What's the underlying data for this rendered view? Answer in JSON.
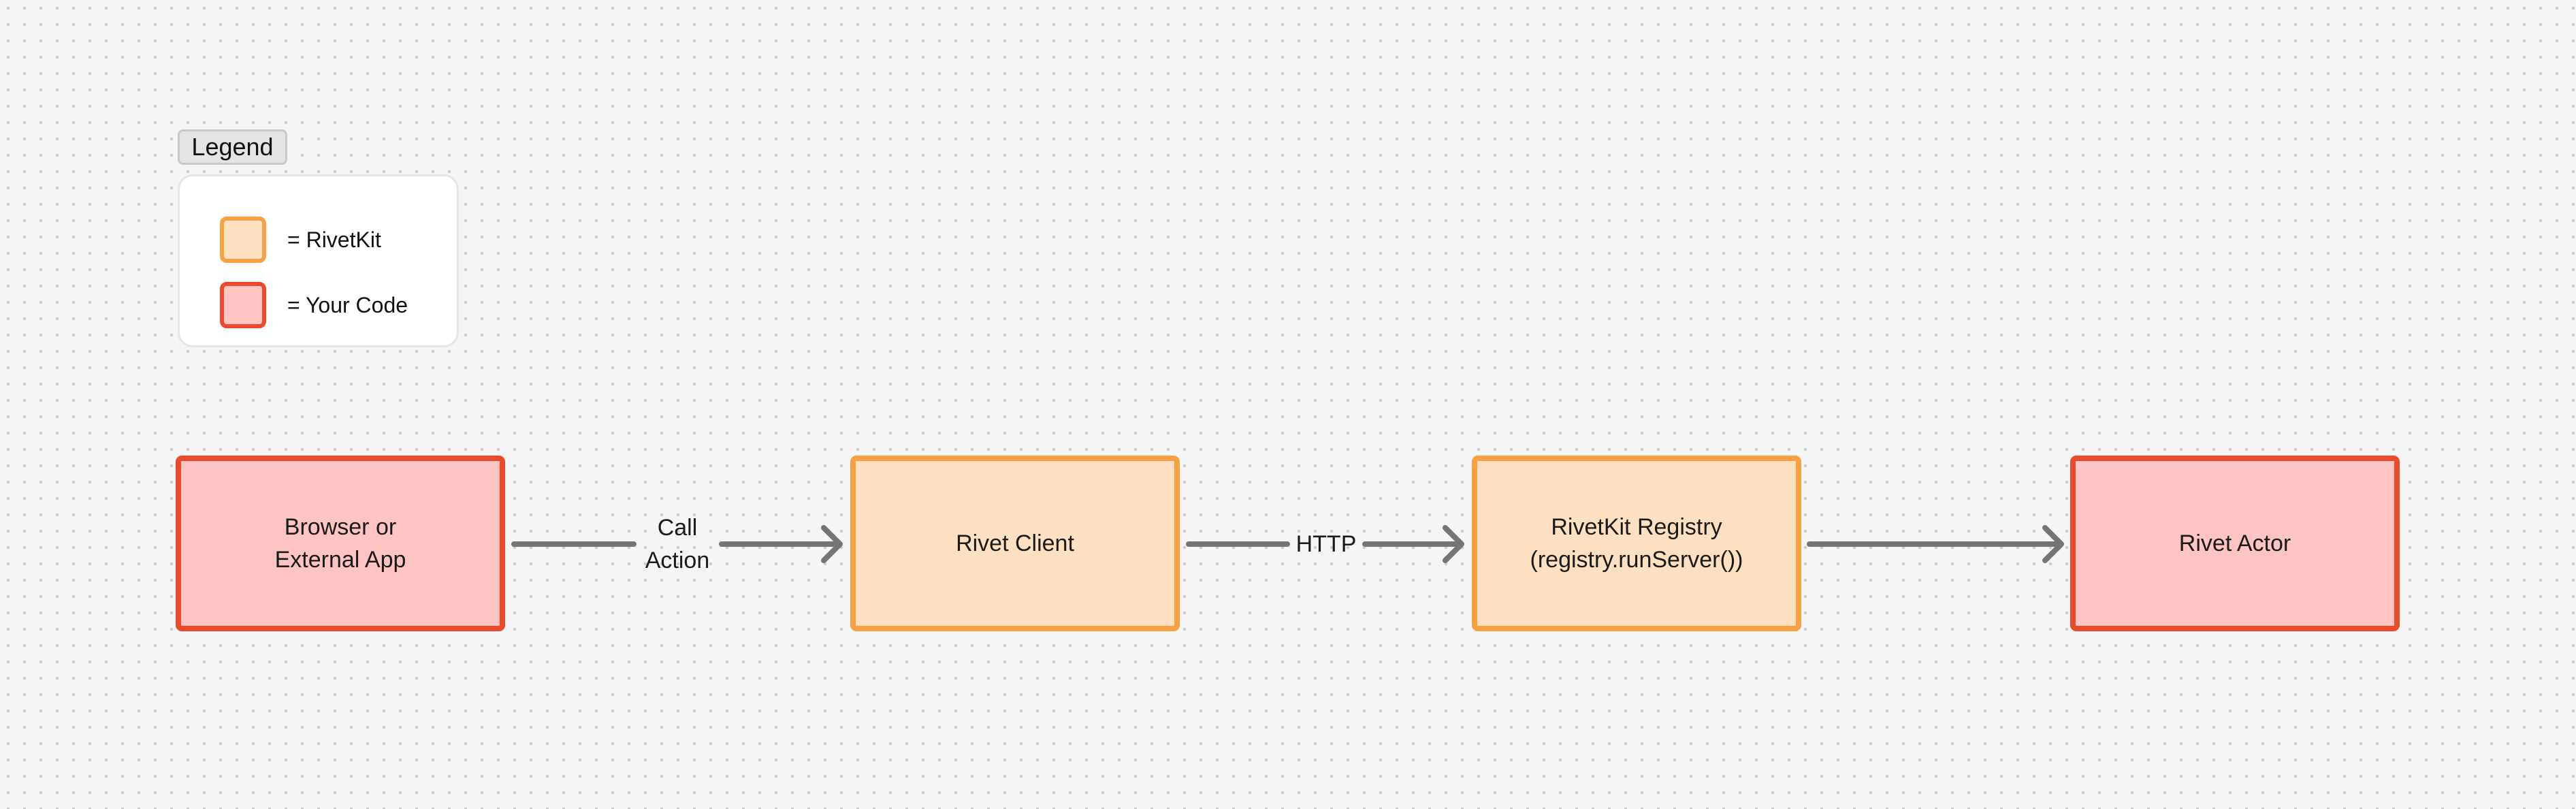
{
  "colors": {
    "rivetkit_fill": "#fde0c2",
    "rivetkit_border": "#f9a043",
    "your_code_fill": "#fdc4c3",
    "your_code_border": "#ec4a2c",
    "edge": "#757575"
  },
  "legend": {
    "title": "Legend",
    "items": [
      {
        "label": "= RivetKit",
        "kind": "rivetkit"
      },
      {
        "label": "= Your Code",
        "kind": "your_code"
      }
    ]
  },
  "nodes": [
    {
      "id": "browser",
      "kind": "your_code",
      "lines": [
        "Browser or",
        "External App"
      ]
    },
    {
      "id": "client",
      "kind": "rivetkit",
      "lines": [
        "Rivet Client"
      ]
    },
    {
      "id": "registry",
      "kind": "rivetkit",
      "lines": [
        "RivetKit Registry",
        "(registry.runServer())"
      ]
    },
    {
      "id": "actor",
      "kind": "your_code",
      "lines": [
        "Rivet Actor"
      ]
    }
  ],
  "edges": [
    {
      "from": "browser",
      "to": "client",
      "label_lines": [
        "Call",
        "Action"
      ]
    },
    {
      "from": "client",
      "to": "registry",
      "label_lines": [
        "HTTP"
      ]
    },
    {
      "from": "registry",
      "to": "actor",
      "label_lines": []
    }
  ]
}
